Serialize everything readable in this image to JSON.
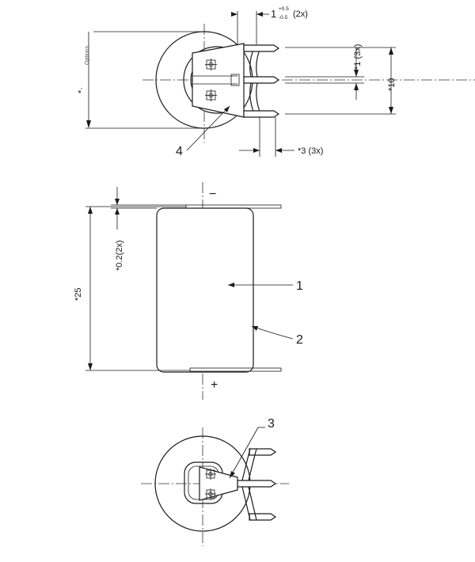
{
  "top_view": {
    "dim_pin_offset": "1",
    "dim_pin_offset_tol_plus": "+0.5",
    "dim_pin_offset_tol_minus": "-0.5",
    "dim_pin_offset_count": "(2x)",
    "dim_pin_thickness": "*1 (3x)",
    "dim_pin_span": "*10",
    "dim_pin_width": "*3 (3x)",
    "dim_diameter": "*·",
    "options_label": "Options",
    "callout_4": "4"
  },
  "side_view": {
    "dim_tab_thickness": "*0.2(2x)",
    "dim_height": "*25",
    "callout_1": "1",
    "callout_2": "2",
    "terminal_negative": "−",
    "terminal_positive": "+"
  },
  "bottom_view": {
    "callout_3": "3"
  }
}
